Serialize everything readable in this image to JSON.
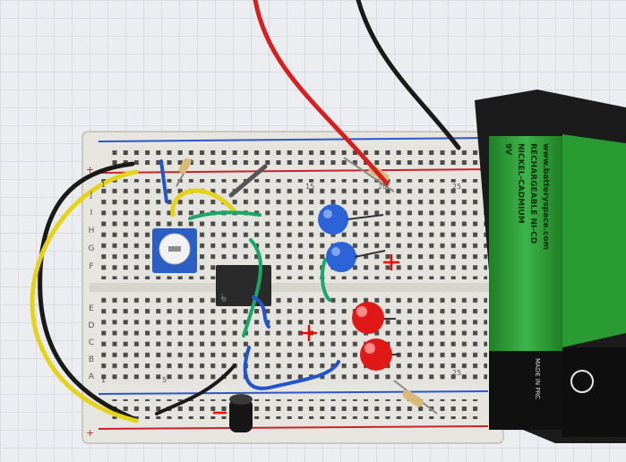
{
  "breadboard": {
    "row_letters_top": [
      "J",
      "I",
      "H",
      "G",
      "F"
    ],
    "row_letters_bottom": [
      "E",
      "D",
      "C",
      "B",
      "A"
    ],
    "column_numbers_top": [
      "1",
      "15",
      "20",
      "25"
    ],
    "column_numbers_bottom": [
      "1",
      "5",
      "25"
    ],
    "rail_plus_label": "+"
  },
  "chip": {
    "pin1_mark": "1"
  },
  "annotations": {
    "plus_blue_leds": "+",
    "plus_red_leds": "+",
    "minus_capacitor": "-"
  },
  "battery": {
    "label_lines": [
      "www.batteryspace.com",
      "RECHARGEABLE NI-CD",
      "NICKEL-CADMIUM",
      "9V"
    ],
    "recycle_text": "MADE IN PRC"
  },
  "colors": {
    "board": "#e3e2dc",
    "wire_red": "#d42020",
    "wire_black": "#1a1a1a",
    "wire_yellow": "#e5d21b",
    "wire_green": "#1aa86a",
    "wire_blue": "#2255cc",
    "led_blue": "#2c63d6",
    "led_red": "#e01818",
    "battery_green": "#2d9a2d",
    "annotation_red": "#ff0000"
  }
}
